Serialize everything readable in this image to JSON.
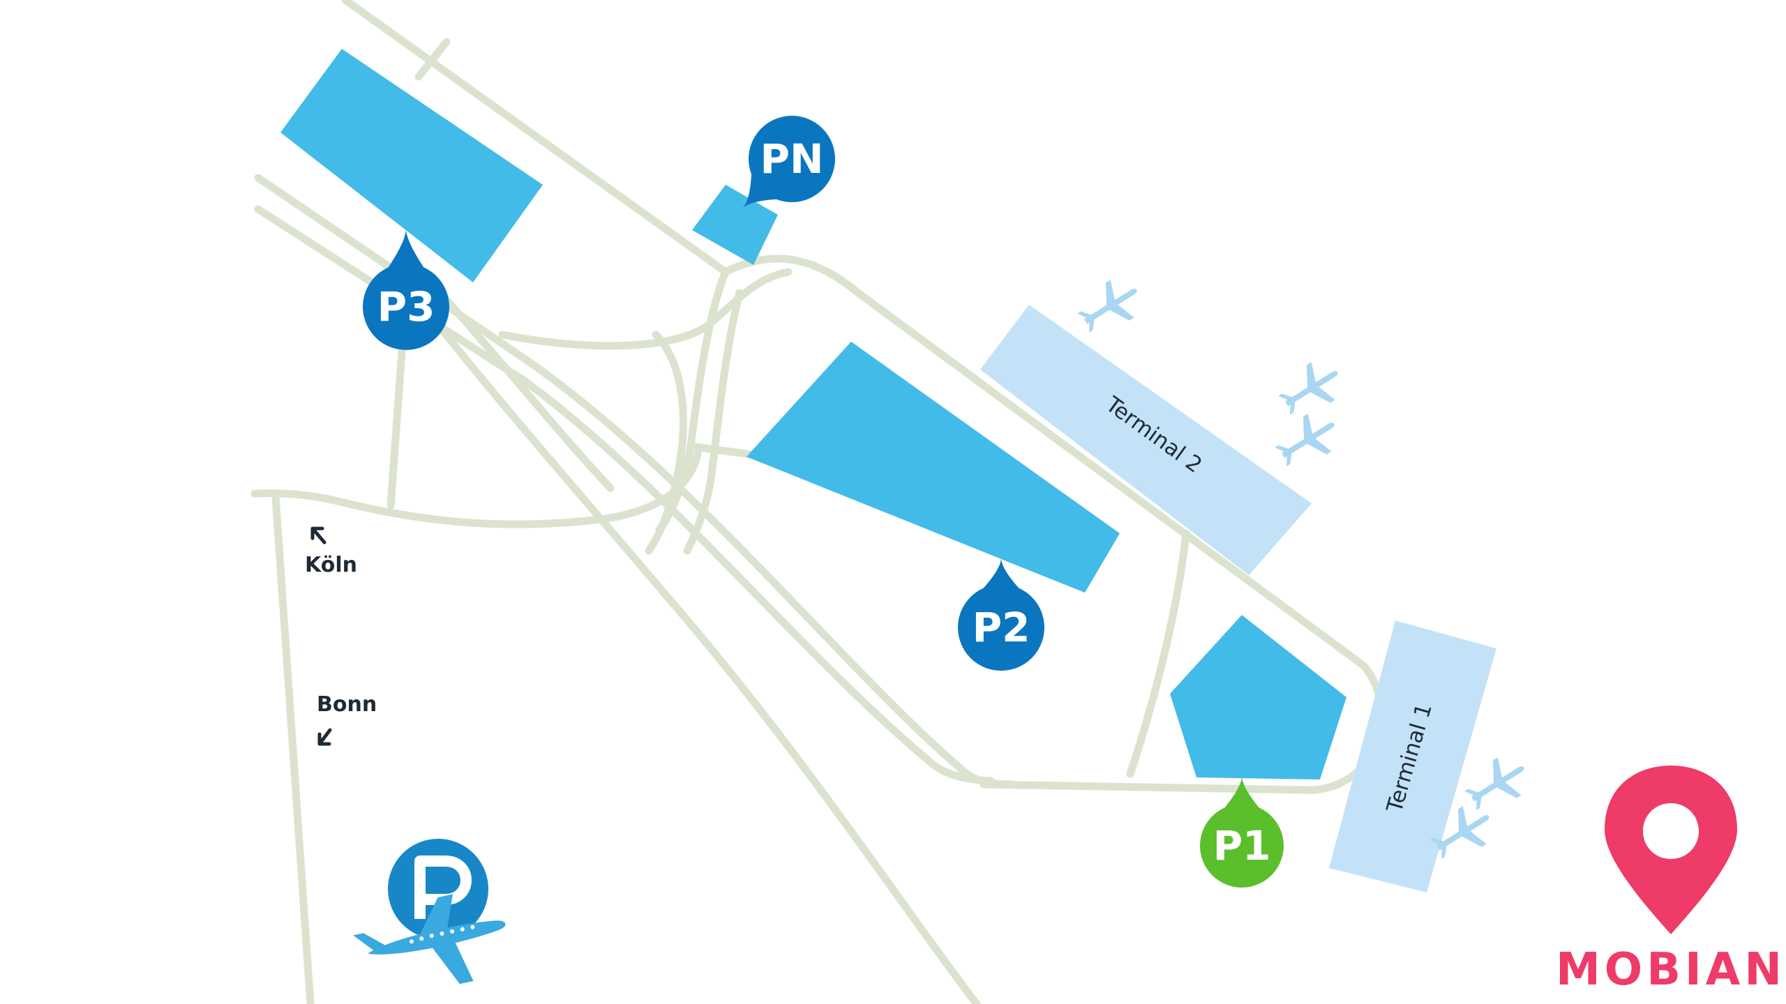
{
  "colors": {
    "road": "#dbe3cf",
    "lot": "#42bbe8",
    "lot_pn": "#42bbe8",
    "terminal": "#c3e2f7",
    "pin_blue": "#0a76c0",
    "pin_green": "#5abf2b",
    "plane": "#a9d6f2",
    "logo": "#ee3b67",
    "parking_badge": "#1787c8",
    "parking_plane": "#39a9e0"
  },
  "parking": {
    "p3": {
      "label": "P3",
      "color": "pin_blue"
    },
    "pn": {
      "label": "PN",
      "color": "pin_blue"
    },
    "p2": {
      "label": "P2",
      "color": "pin_blue"
    },
    "p1": {
      "label": "P1",
      "color": "pin_green"
    }
  },
  "terminals": {
    "t2": {
      "label": "Terminal 2"
    },
    "t1": {
      "label": "Terminal 1"
    }
  },
  "directions": {
    "koeln": {
      "label": "Köln",
      "arrow": "arrow-up-left-icon"
    },
    "bonn": {
      "label": "Bonn",
      "arrow": "arrow-down-left-icon"
    }
  },
  "icons": {
    "airplane": "airplane-icon",
    "parking_airport": "parking-airport-icon",
    "location_pin": "location-pin-icon"
  },
  "brand": {
    "name": "MOBIAN"
  }
}
